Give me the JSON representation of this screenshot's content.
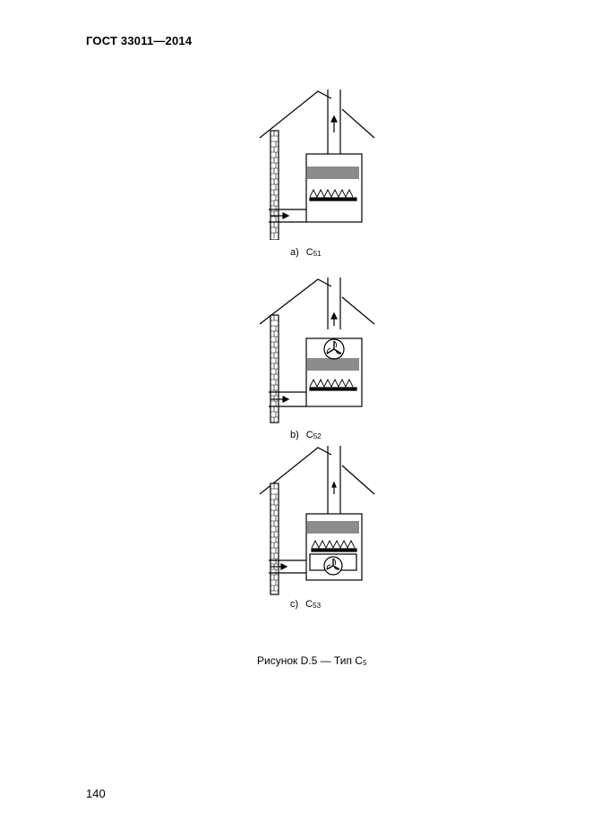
{
  "header": {
    "title": "ГОСТ 33011—2014"
  },
  "figures": [
    {
      "letter": "a)",
      "type_main": "C",
      "type_sub": "51"
    },
    {
      "letter": "b)",
      "type_main": "C",
      "type_sub": "52"
    },
    {
      "letter": "c)",
      "type_main": "C",
      "type_sub": "53"
    }
  ],
  "caption": {
    "prefix": "Рисунок D.5 — Тип C",
    "sub": "5"
  },
  "footer": {
    "page_number": "140"
  },
  "icons": {
    "fan": "fan-icon",
    "burner": "burner-icon",
    "arrow": "arrow-icon"
  }
}
